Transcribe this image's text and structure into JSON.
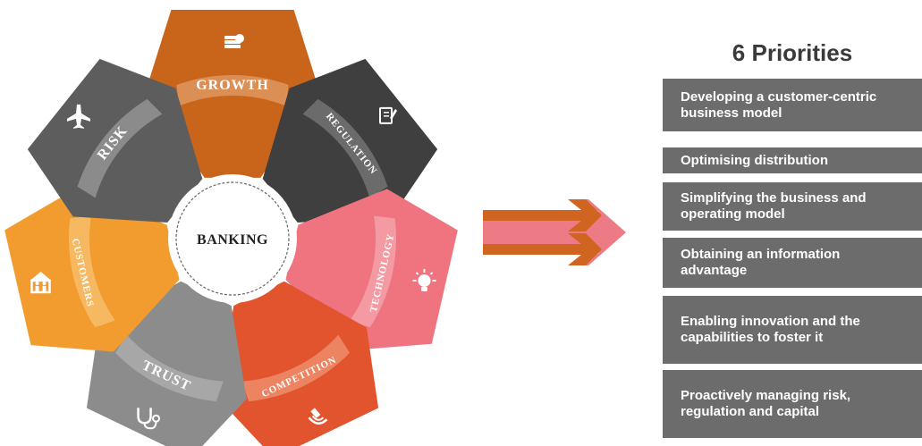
{
  "wheel": {
    "center": "BANKING",
    "segments": [
      {
        "key": "growth",
        "label": "GROWTH",
        "color": "#c9651b",
        "band": "#dc8f54",
        "icon": "money-stack-icon"
      },
      {
        "key": "regulation",
        "label": "REGULATION",
        "color": "#3f3f40",
        "band": "#6b6b6b",
        "icon": "document-pen-icon"
      },
      {
        "key": "technology",
        "label": "TECHNOLOGY",
        "color": "#ef7480",
        "band": "#f39aa2",
        "icon": "lightbulb-icon"
      },
      {
        "key": "competition",
        "label": "COMPETITION",
        "color": "#e2542e",
        "band": "#ec8461",
        "icon": "satellite-icon"
      },
      {
        "key": "trust",
        "label": "TRUST",
        "color": "#8c8c8c",
        "band": "#a7a7a7",
        "icon": "stethoscope-icon"
      },
      {
        "key": "customers",
        "label": "CUSTOMERS",
        "color": "#f29b2e",
        "band": "#f6b962",
        "icon": "family-house-icon"
      },
      {
        "key": "risk",
        "label": "RISK",
        "color": "#5d5d5e",
        "band": "#8b8b8b",
        "icon": "airplane-icon"
      }
    ]
  },
  "arrow_colors": {
    "orange": "#cf6521",
    "pink": "#ec7b86"
  },
  "priorities": {
    "title": "6 Priorities",
    "items": [
      "Developing a customer-centric business model",
      "Optimising distribution",
      "Simplifying the business and operating model",
      "Obtaining an information advantage",
      "Enabling innovation and the capabilities to foster it",
      "Proactively managing risk, regulation and capital"
    ]
  }
}
